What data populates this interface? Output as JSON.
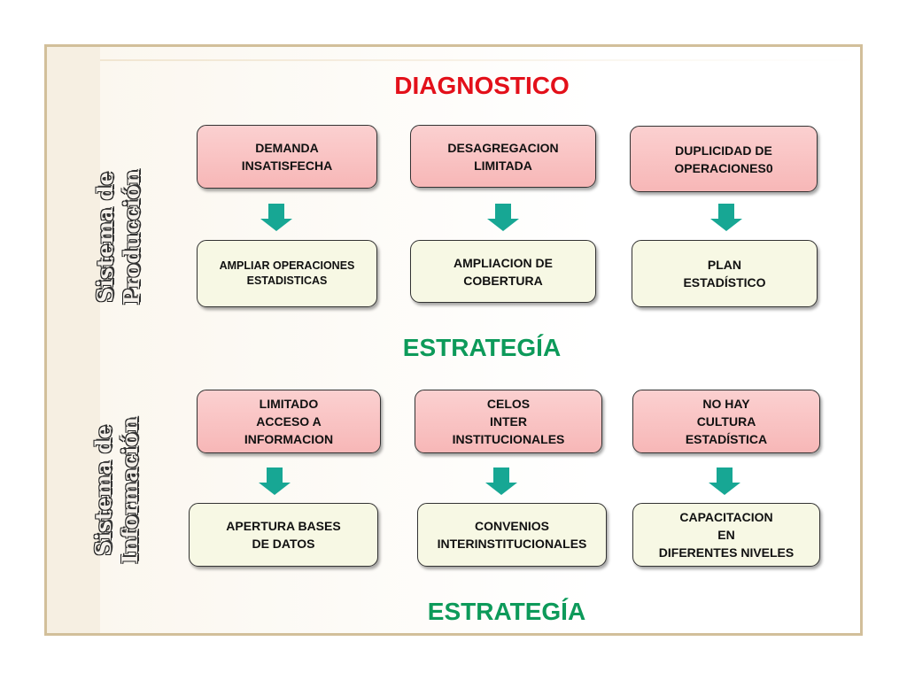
{
  "colors": {
    "title_red": "#e3101a",
    "title_green": "#0d9a5a",
    "box_pink": "#f7b7b7",
    "box_cream": "#f7f8e4",
    "arrow_teal": "#17a794"
  },
  "titles": {
    "diagnostico": "DIAGNOSTICO",
    "estrategia_top": "ESTRATEGÍA",
    "estrategia_bottom": "ESTRATEGÍA"
  },
  "side_labels": {
    "produccion": {
      "line1": "Sistema de",
      "line2": "Producción"
    },
    "informacion": {
      "line1": "Sistema de",
      "line2": "Información"
    }
  },
  "produccion": {
    "diagnostics": [
      "DEMANDA\nINSATISFECHA",
      "DESAGREGACION\nLIMITADA",
      "DUPLICIDAD DE\nOPERACIONES0"
    ],
    "strategies": [
      "AMPLIAR OPERACIONES\nESTADISTICAS",
      "AMPLIACION DE\nCOBERTURA",
      "PLAN\nESTADÍSTICO"
    ]
  },
  "informacion": {
    "diagnostics": [
      "LIMITADO\nACCESO A\nINFORMACION",
      "CELOS\nINTER\nINSTITUCIONALES",
      "NO HAY\nCULTURA\nESTADÍSTICA"
    ],
    "strategies": [
      "APERTURA BASES\nDE DATOS",
      "CONVENIOS\nINTERINSTITUCIONALES",
      "CAPACITACION\nEN\nDIFERENTES NIVELES"
    ]
  },
  "icons": {
    "arrow": "down-arrow-icon"
  }
}
